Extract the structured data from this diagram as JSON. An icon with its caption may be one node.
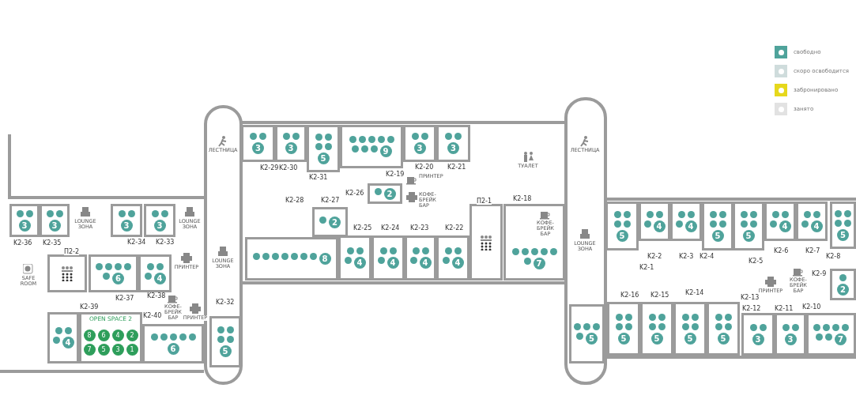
{
  "diagram": {
    "nodes": [
      {
        "text": [
          "3"
        ],
        "beside": [
          "K2-36"
        ]
      },
      {
        "text": [
          "3"
        ],
        "beside": [
          "K2-35"
        ]
      },
      {
        "text": [
          "3"
        ],
        "beside": [
          "K2-34"
        ]
      },
      {
        "text": [
          "3"
        ],
        "beside": [
          "K2-33"
        ]
      },
      {
        "text": [
          "П2-2"
        ]
      },
      {
        "text": [
          "6"
        ],
        "beside": [
          "K2-37"
        ]
      },
      {
        "text": [
          "4"
        ],
        "beside": [
          "K2-38"
        ]
      },
      {
        "text": [
          "4"
        ],
        "beside": [
          "K2-39"
        ]
      },
      {
        "text": [
          "OPEN SPACE 2"
        ]
      },
      {
        "text": [
          "8"
        ],
        "in": 8
      },
      {
        "text": [
          "6"
        ],
        "in": 8
      },
      {
        "text": [
          "4"
        ],
        "in": 8
      },
      {
        "text": [
          "2"
        ],
        "in": 8
      },
      {
        "text": [
          "7"
        ],
        "in": 8
      },
      {
        "text": [
          "5"
        ],
        "in": 8
      },
      {
        "text": [
          "3"
        ],
        "in": 8
      },
      {
        "text": [
          "1"
        ],
        "in": 8
      },
      {
        "text": [
          "6"
        ],
        "beside": [
          "K2-40"
        ]
      },
      {
        "text": [
          "5"
        ],
        "beside": [
          "K2-32"
        ]
      },
      {
        "text": [
          "3"
        ],
        "beside": [
          "K2-29"
        ]
      },
      {
        "text": [
          "3"
        ],
        "beside": [
          "K2-30"
        ]
      },
      {
        "text": [
          "5"
        ],
        "beside": [
          "K2-31"
        ]
      },
      {
        "text": [
          "9"
        ],
        "beside": [
          "K2-19"
        ]
      },
      {
        "text": [
          "3"
        ],
        "beside": [
          "K2-20"
        ]
      },
      {
        "text": [
          "3"
        ],
        "beside": [
          "K2-21"
        ]
      },
      {
        "text": [
          "2"
        ],
        "beside": [
          "K2-26"
        ]
      },
      {
        "text": [
          "2"
        ],
        "beside": [
          "K2-27"
        ]
      },
      {
        "text": [
          "8"
        ]
      },
      {
        "text": [
          "4"
        ],
        "beside": [
          "K2-25"
        ]
      },
      {
        "text": [
          "4"
        ],
        "beside": [
          "K2-24"
        ]
      },
      {
        "text": [
          "4"
        ],
        "beside": [
          "K2-23"
        ]
      },
      {
        "text": [
          "4"
        ],
        "beside": [
          "K2-22"
        ]
      },
      {
        "text": [
          "П2-1"
        ]
      },
      {
        "text": [
          "7"
        ],
        "beside": [
          "K2-18"
        ]
      },
      {
        "text": [
          "5"
        ]
      },
      {
        "text": [
          "5"
        ],
        "beside": [
          "K2-1"
        ]
      },
      {
        "text": [
          "4"
        ],
        "beside": [
          "K2-2"
        ]
      },
      {
        "text": [
          "4"
        ],
        "beside": [
          "K2-3"
        ]
      },
      {
        "text": [
          "5"
        ],
        "beside": [
          "K2-4"
        ]
      },
      {
        "text": [
          "5"
        ],
        "beside": [
          "K2-5"
        ]
      },
      {
        "text": [
          "4"
        ],
        "beside": [
          "K2-6"
        ]
      },
      {
        "text": [
          "4"
        ],
        "beside": [
          "K2-7"
        ]
      },
      {
        "text": [
          "5"
        ],
        "beside": [
          "K2-8"
        ]
      },
      {
        "text": [
          "2"
        ],
        "beside": [
          "K2-9"
        ]
      },
      {
        "text": [
          "5"
        ],
        "beside": [
          "K2-16"
        ]
      },
      {
        "text": [
          "5"
        ],
        "beside": [
          "K2-15"
        ]
      },
      {
        "text": [
          "5"
        ],
        "beside": [
          "K2-14"
        ]
      },
      {
        "text": [
          "5"
        ],
        "beside": [
          "K2-13"
        ]
      },
      {
        "text": [
          "3"
        ],
        "beside": [
          "K2-12"
        ]
      },
      {
        "text": [
          "3"
        ],
        "beside": [
          "K2-11"
        ]
      },
      {
        "text": [
          "7"
        ],
        "beside": [
          "K2-10"
        ]
      }
    ],
    "labels": [
      "LOUNGE ЗОНА",
      "LOUNGE ЗОНА",
      "ЛЕСТНИЦА",
      "LOUNGE ЗОНА",
      "SAFE ROOM",
      "ПРИНТЕР",
      "КОФЕ-БРЕЙК БАР",
      "ПРИНТЕР",
      "КОФЕ-БРЕЙК БАР",
      "ПРИНТЕР",
      "ТУАЛЕТ",
      "ЛЕСТНИЦА",
      "КОФЕ-БРЕЙК БАР",
      "LOUNGE ЗОНА",
      "КОФЕ-БРЕЙК БАР",
      "ПРИНТЕР",
      "K2-28"
    ],
    "legend": [
      {
        "text": "свободно",
        "color": "#4fa39b"
      },
      {
        "text": "скоро освободится",
        "color": "#cfdcdc"
      },
      {
        "text": "забронировано",
        "color": "#e6d81c"
      },
      {
        "text": "занято",
        "color": "#e2e2e2"
      }
    ]
  }
}
